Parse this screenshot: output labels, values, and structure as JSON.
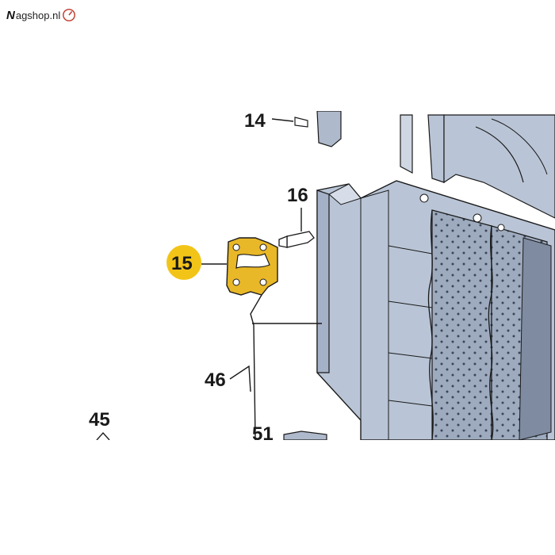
{
  "logo": {
    "mark_text": "N",
    "site_text": "agshop.nl"
  },
  "diagram": {
    "callouts": [
      {
        "id": "14",
        "label": "14"
      },
      {
        "id": "15",
        "label": "15",
        "highlighted": true
      },
      {
        "id": "16",
        "label": "16"
      },
      {
        "id": "46",
        "label": "46"
      },
      {
        "id": "45",
        "label": "45"
      },
      {
        "id": "51",
        "label": "51"
      }
    ]
  },
  "colors": {
    "highlight_part": "#e9b828",
    "callout_badge": "#f2c418",
    "panel_fill": "#b9c5d6",
    "panel_dark": "#8d9ab0",
    "foam_fill": "#a9b5c8",
    "line": "#1a1a1a"
  }
}
